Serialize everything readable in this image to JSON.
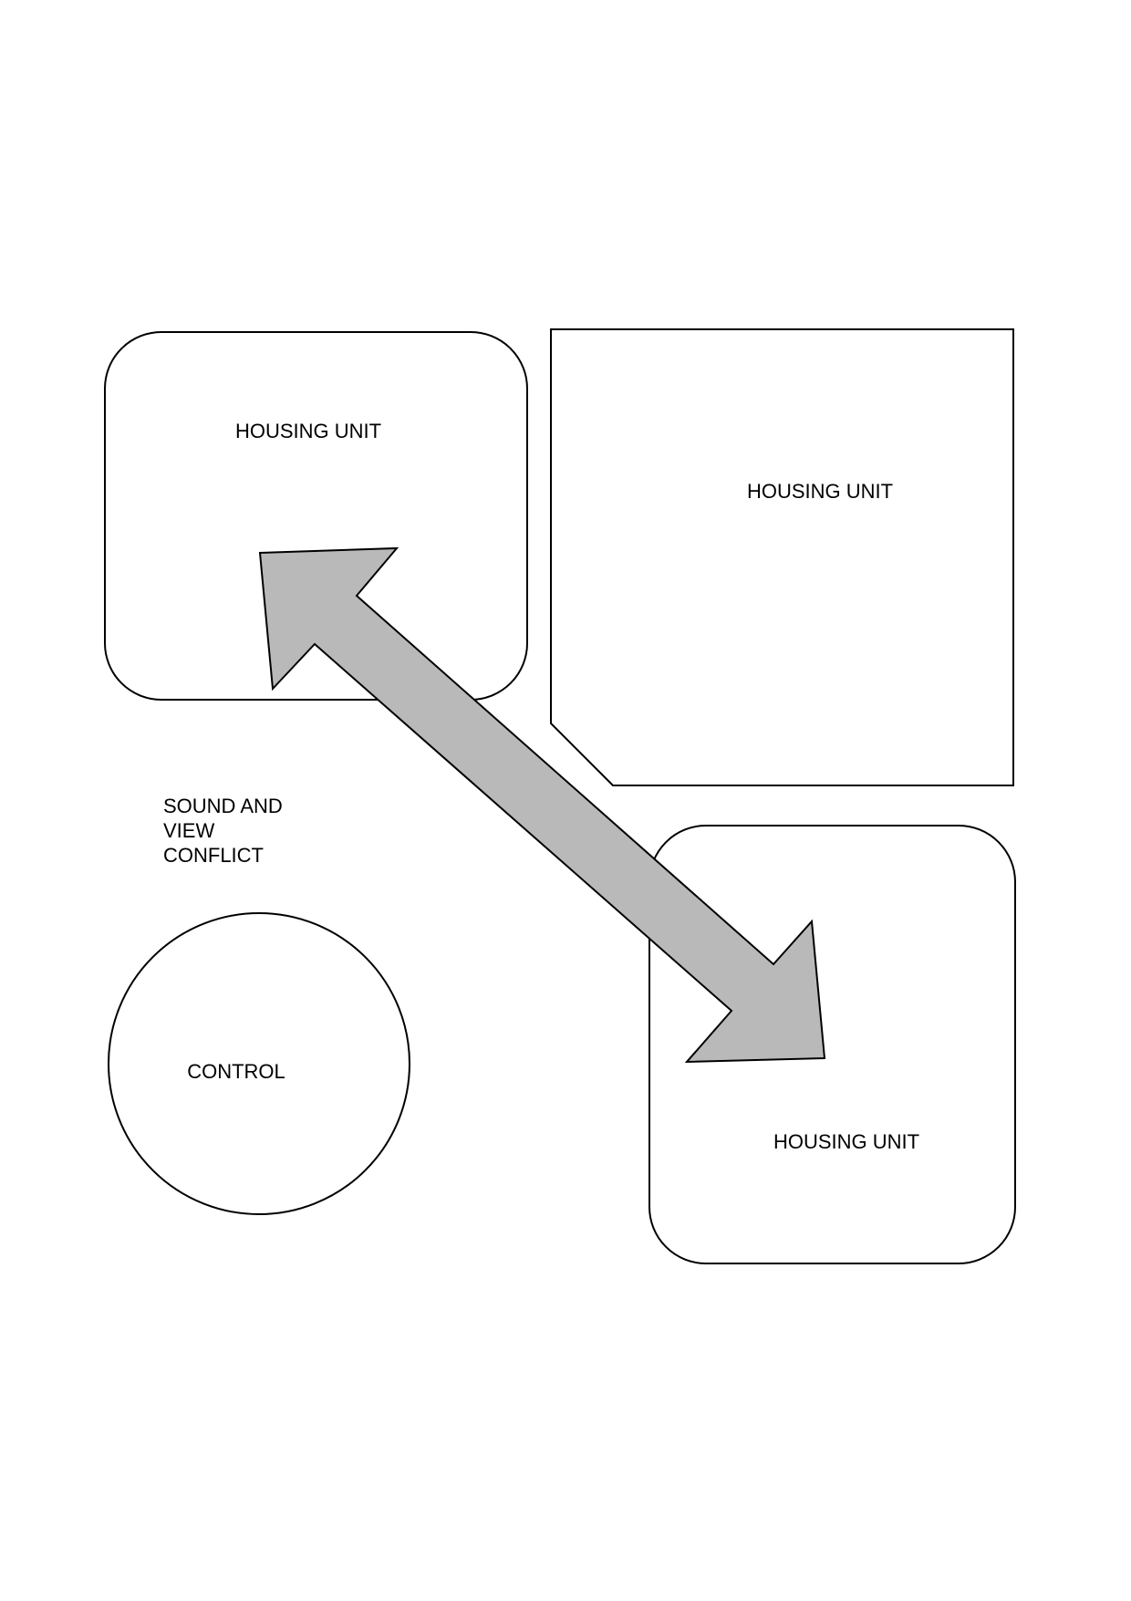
{
  "labels": {
    "housing_unit_top_left": "HOUSING UNIT",
    "housing_unit_top_right": "HOUSING UNIT",
    "housing_unit_bottom_right": "HOUSING UNIT",
    "conflict_line1": "SOUND AND",
    "conflict_line2": "VIEW",
    "conflict_line3": "CONFLICT",
    "control": "CONTROL"
  },
  "colors": {
    "arrow_fill": "#b9b9b9",
    "stroke": "#000000"
  }
}
